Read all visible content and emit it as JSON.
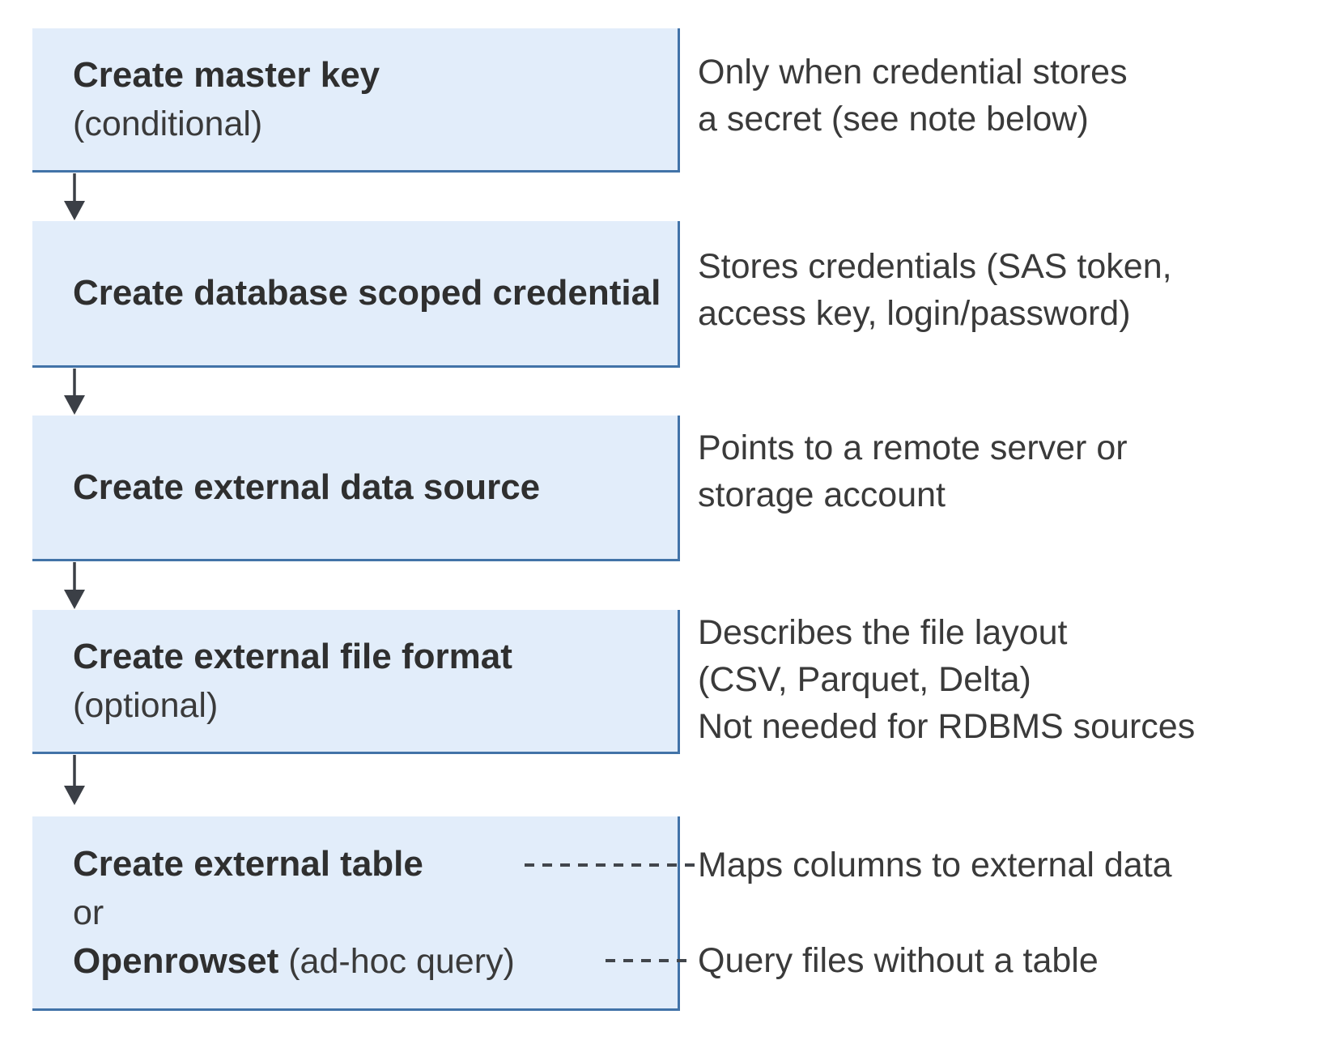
{
  "steps": [
    {
      "title": "Create master key",
      "subtitle": "(conditional)",
      "note_lines": [
        "Only when credential stores",
        "a secret (see note below)"
      ]
    },
    {
      "title": "Create database scoped credential",
      "note_lines": [
        "Stores credentials (SAS token,",
        "access key, login/password)"
      ]
    },
    {
      "title": "Create external data source",
      "note_lines": [
        "Points to a remote server or",
        "storage account"
      ]
    },
    {
      "title": "Create external file format",
      "subtitle": "(optional)",
      "note_lines": [
        "Describes the file layout",
        "(CSV, Parquet, Delta)",
        "Not needed for RDBMS sources"
      ]
    },
    {
      "title": "Create external table",
      "or_label": "or",
      "alt_title": "Openrowset",
      "alt_suffix": " (ad-hoc query)",
      "note_table": "Maps columns to external data",
      "note_openrowset": "Query files without a table"
    }
  ],
  "colors": {
    "box_fill": "#e2edfa",
    "box_border": "#4273a8",
    "arrow": "#3b3f46",
    "text": "#3a3a3a",
    "title_text": "#2f2f2f"
  }
}
